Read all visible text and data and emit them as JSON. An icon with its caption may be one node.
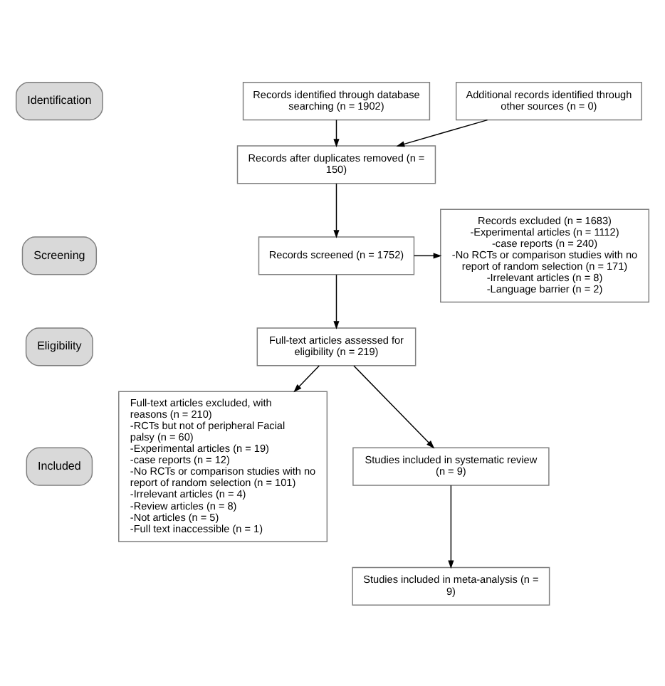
{
  "diagram": {
    "nodes": [
      {
        "text": [
          "Identification"
        ]
      },
      {
        "text": [
          "Records identified through database searching (n = 1902)"
        ]
      },
      {
        "text": [
          "Additional records identified through other sources (n = 0)"
        ]
      },
      {
        "text": [
          "Records after duplicates removed (n = 150)"
        ]
      },
      {
        "text": [
          "Screening"
        ]
      },
      {
        "text": [
          "Records screened (n = 1752)"
        ]
      },
      {
        "text": [
          "Records excluded (n = 1683)",
          "-Experimental articles (n = 1112)",
          "-case reports (n = 240)",
          "-No RCTs or comparison studies with no report of random selection (n = 171)",
          "-Irrelevant articles (n = 8)",
          "-Language barrier (n = 2)"
        ]
      },
      {
        "text": [
          "Eligibility"
        ]
      },
      {
        "text": [
          "Full-text articles assessed for eligibility (n = 219)"
        ]
      },
      {
        "text": [
          "Full-text articles excluded, with reasons (n = 210)",
          "-RCTs but not of peripheral Facial palsy (n = 60)",
          "-Experimental articles (n = 19)",
          "-case reports (n = 12)",
          "-No RCTs or comparison studies with no report of random selection (n = 101)",
          "-Irrelevant articles (n = 4)",
          "-Review articles (n = 8)",
          "-Not articles (n = 5)",
          "-Full text inaccessible (n = 1)"
        ]
      },
      {
        "text": [
          "Included"
        ]
      },
      {
        "text": [
          "Studies included in systematic review (n = 9)"
        ]
      },
      {
        "text": [
          "Studies included in meta-analysis (n = 9)"
        ]
      }
    ],
    "edges": [
      {
        "from": 1,
        "to": 3,
        "arrow": "to"
      },
      {
        "from": 2,
        "to": 3,
        "arrow": "to"
      },
      {
        "from": 3,
        "to": 5,
        "arrow": "to"
      },
      {
        "from": 5,
        "to": 8,
        "arrow": "to"
      },
      {
        "from": 5,
        "to": 6,
        "arrow": "to"
      },
      {
        "from": 8,
        "to": 11,
        "arrow": "to"
      },
      {
        "from": 8,
        "to": 9,
        "arrow": "to"
      },
      {
        "from": 11,
        "to": 12,
        "arrow": "to"
      }
    ]
  }
}
